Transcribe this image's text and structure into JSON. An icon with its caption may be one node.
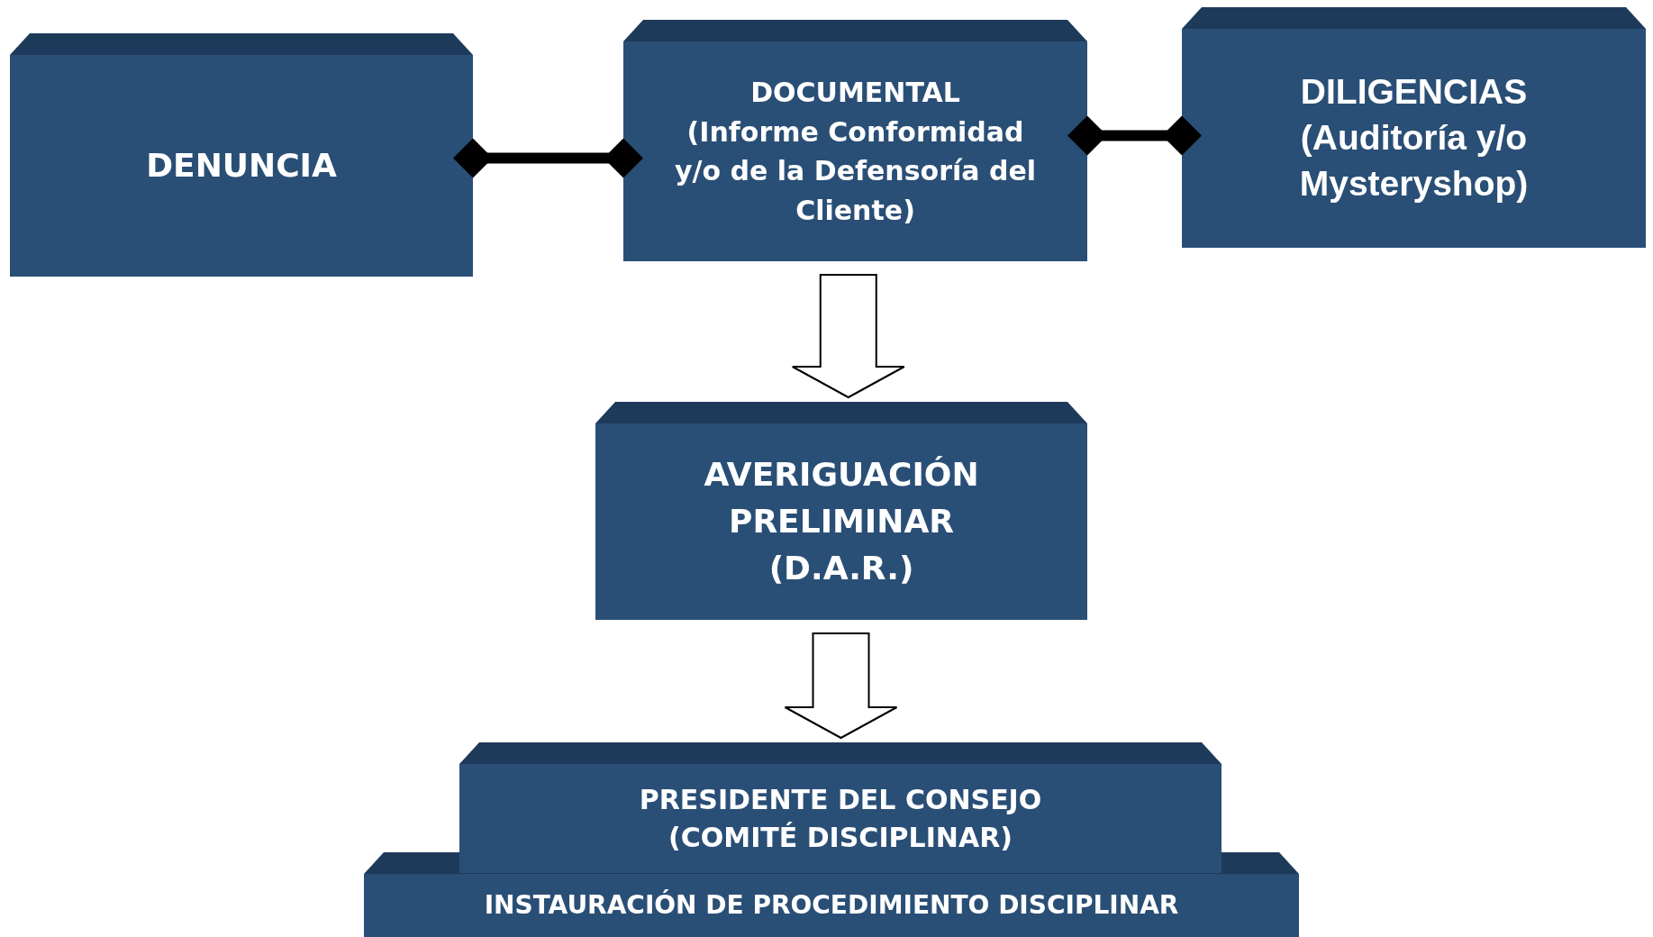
{
  "diagram": {
    "nodes": [
      {
        "text": [
          "DENUNCIA"
        ]
      },
      {
        "text": [
          "DOCUMENTAL",
          "(Informe Conformidad y/o de la Defensoría del Cliente)"
        ]
      },
      {
        "text": [
          "DILIGENCIAS",
          "(Auditoría y/o Mysteryshop)"
        ]
      },
      {
        "text": [
          "AVERIGUACIÓN PRELIMINAR",
          "(D.A.R.)"
        ]
      },
      {
        "text": [
          "PRESIDENTE DEL CONSEJO",
          "(COMITÉ DISCIPLINAR)"
        ]
      },
      {
        "text": [
          "INSTAURACIÓN DE PROCEDIMIENTO DISCIPLINAR"
        ]
      }
    ],
    "edges": [
      {
        "from": 0,
        "to": 1,
        "arrow": "other"
      },
      {
        "from": 1,
        "to": 2,
        "arrow": "other"
      },
      {
        "from": 1,
        "to": 3,
        "arrow": "to",
        "style": "thick"
      },
      {
        "from": 3,
        "to": 4,
        "arrow": "to",
        "style": "thick"
      }
    ]
  }
}
